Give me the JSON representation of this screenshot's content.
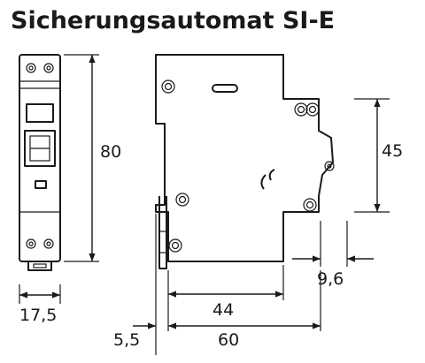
{
  "title": "Sicherungsautomat SI-E",
  "dimensions": {
    "height_total": "80",
    "front_width": "17,5",
    "height_front": "45",
    "offset_right": "9,6",
    "depth_44": "44",
    "depth_60": "60",
    "offset_left": "5,5"
  }
}
